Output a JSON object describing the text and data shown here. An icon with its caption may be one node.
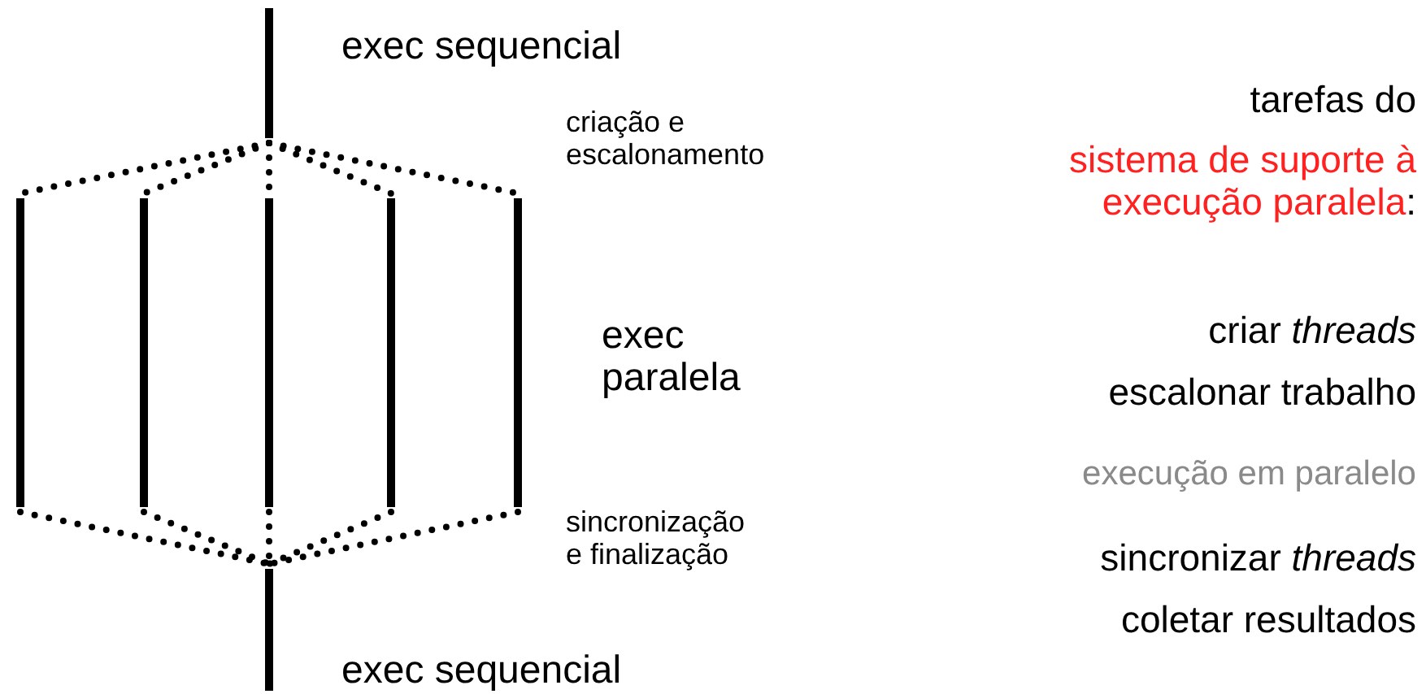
{
  "diagram": {
    "nodes": [
      {
        "text": [],
        "shape": "bar",
        "beside": [
          "exec sequencial"
        ]
      },
      {
        "text": [],
        "shape": "bar"
      },
      {
        "text": [],
        "shape": "bar"
      },
      {
        "text": [],
        "shape": "bar"
      },
      {
        "text": [],
        "shape": "bar"
      },
      {
        "text": [],
        "shape": "bar"
      },
      {
        "text": [],
        "shape": "bar",
        "beside": [
          "exec sequencial"
        ]
      }
    ],
    "edges": [
      {
        "from": 0,
        "to": 1,
        "arrow": "none",
        "style": "dashed"
      },
      {
        "from": 0,
        "to": 2,
        "arrow": "none",
        "style": "dashed"
      },
      {
        "from": 0,
        "to": 3,
        "arrow": "none",
        "style": "dashed"
      },
      {
        "from": 0,
        "to": 4,
        "arrow": "none",
        "style": "dashed"
      },
      {
        "from": 0,
        "to": 5,
        "arrow": "none",
        "style": "dashed"
      },
      {
        "from": 1,
        "to": 6,
        "arrow": "none",
        "style": "dashed"
      },
      {
        "from": 2,
        "to": 6,
        "arrow": "none",
        "style": "dashed"
      },
      {
        "from": 3,
        "to": 6,
        "arrow": "none",
        "style": "dashed"
      },
      {
        "from": 4,
        "to": 6,
        "arrow": "none",
        "style": "dashed"
      },
      {
        "from": 5,
        "to": 6,
        "arrow": "none",
        "style": "dashed"
      }
    ],
    "labels": [
      "criação e escalonamento",
      "exec paralela",
      "sincronização e finalização",
      "tarefas do",
      "sistema de suporte à execução paralela",
      ":",
      "criar *threads*",
      "escalonar trabalho",
      "execução em paralelo",
      "sincronizar *threads*",
      "coletar resultados"
    ]
  }
}
